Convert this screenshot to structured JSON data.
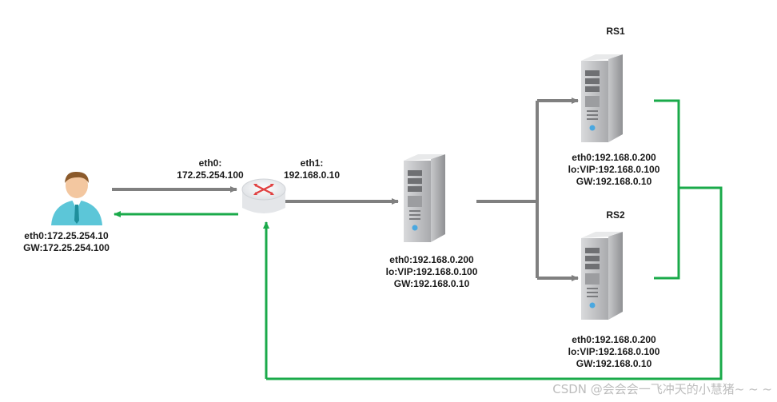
{
  "colors": {
    "request": "#808080",
    "response": "#1aaa4a",
    "server": "#b8b9bb"
  },
  "client": {
    "icon": "user-icon",
    "lines": [
      "eth0:172.25.254.10",
      "GW:172.25.254.100"
    ]
  },
  "router": {
    "icon": "router-icon",
    "eth0": [
      "eth0:",
      "172.25.254.100"
    ],
    "eth1": [
      "eth1:",
      "192.168.0.10"
    ]
  },
  "director": {
    "icon": "server-icon",
    "lines": [
      "eth0:192.168.0.200",
      "lo:VIP:192.168.0.100",
      "GW:192.168.0.10"
    ]
  },
  "rs1": {
    "title": "RS1",
    "icon": "server-icon",
    "lines": [
      "eth0:192.168.0.200",
      "lo:VIP:192.168.0.100",
      "GW:192.168.0.10"
    ]
  },
  "rs2": {
    "title": "RS2",
    "icon": "server-icon",
    "lines": [
      "eth0:192.168.0.200",
      "lo:VIP:192.168.0.100",
      "GW:192.168.0.10"
    ]
  },
  "watermark": "CSDN @会会会一飞冲天的小慧猪~ ~ ~"
}
